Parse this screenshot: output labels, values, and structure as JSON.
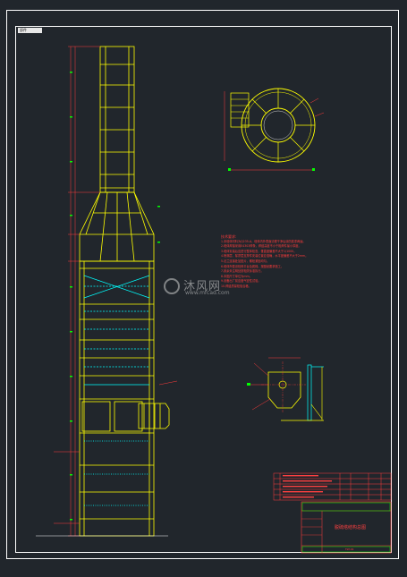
{
  "frame_tag": "部件",
  "watermark": {
    "brand": "沐风网",
    "url": "www.mfcad.com"
  },
  "notes": {
    "head": "技术要求:",
    "lines": [
      "1.本塔体材料为Q235-A，塔体内外表面清理干净后涂防腐漆两遍。",
      "2.塔体焊接采用E4303焊条，焊缝高度不小于相焊件最小厚度。",
      "3.塔体安装后应进行整体检查，垂直度偏差不大于1/1000。",
      "4.喷淋层、除雾层支撑件安装位置应准确，水平度偏差不大于2mm。",
      "5.法兰连接处加垫片，螺栓紧固均匀。",
      "6.塔体外壁设检修平台及爬梯，按图纸要求施工。",
      "7.其余未注明处按相关标准执行。",
      "8.本图尺寸单位为mm。",
      "9.设备出厂前应做气密性试验。",
      "10.焊缝质量检验合格。"
    ]
  },
  "title_block": {
    "title": "脱硫塔结构总图",
    "drawing_no": "TLT-01"
  }
}
